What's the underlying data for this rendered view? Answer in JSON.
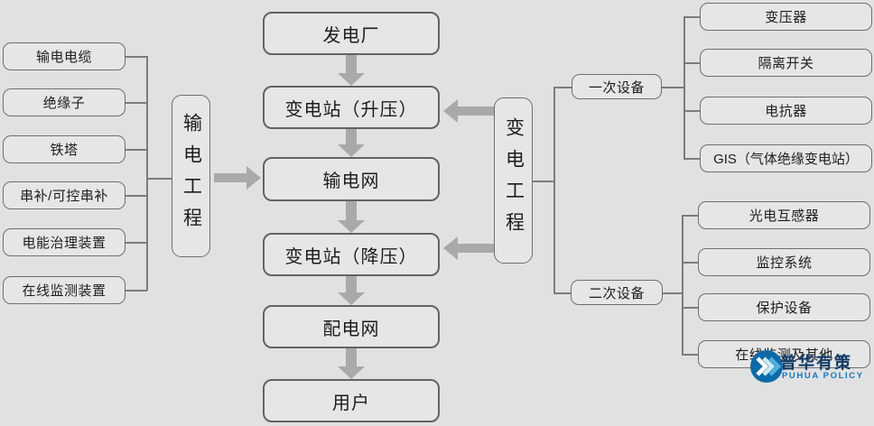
{
  "flow": {
    "nodes": [
      "发电厂",
      "变电站（升压）",
      "输电网",
      "变电站（降压）",
      "配电网",
      "用户"
    ]
  },
  "transmission": {
    "title": "输电工程",
    "items": [
      "输电电缆",
      "绝缘子",
      "铁塔",
      "串补/可控串补",
      "电能治理装置",
      "在线监测装置"
    ]
  },
  "substation": {
    "title": "变电工程",
    "primary": {
      "label": "一次设备",
      "items": [
        "变压器",
        "隔离开关",
        "电抗器",
        "GIS（气体绝缘变电站）"
      ]
    },
    "secondary": {
      "label": "二次设备",
      "items": [
        "光电互感器",
        "监控系统",
        "保护设备",
        "在线监测及其他"
      ]
    }
  },
  "watermark": {
    "brand": "普华有策",
    "brand_en": "PUHUA POLICY"
  },
  "colors": {
    "background": "#e1e1e1",
    "box_border": "#6f6f6f",
    "connector": "#7c7c7c",
    "arrow": "#a9a9a9",
    "text": "#1d1d1d",
    "brand_blue": "#0e6aa8",
    "brand_navy": "#113058"
  }
}
